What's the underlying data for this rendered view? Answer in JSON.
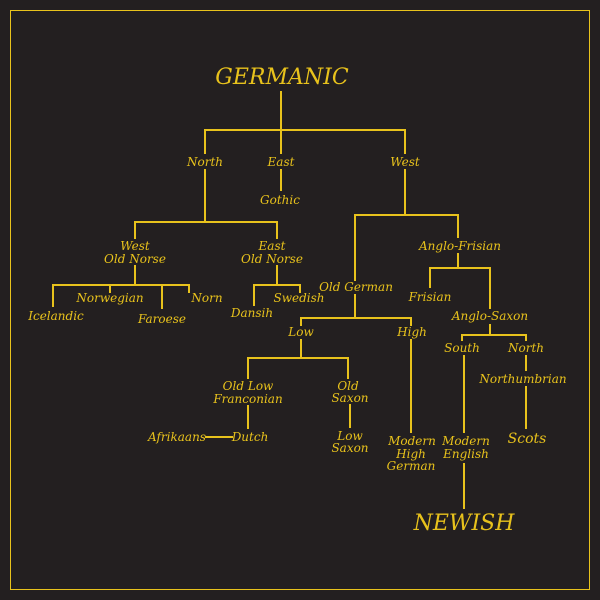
{
  "diagram": {
    "root": "GERMANIC",
    "result": "NEWISH",
    "nodes": {
      "north": "North",
      "east": "East",
      "west": "West",
      "gothic": "Gothic",
      "west_old_norse_1": "West",
      "west_old_norse_2": "Old Norse",
      "east_old_norse_1": "East",
      "east_old_norse_2": "Old Norse",
      "icelandic": "Icelandic",
      "norwegian": "Norwegian",
      "faroese": "Faroese",
      "norn": "Norn",
      "dansih": "Dansih",
      "swedish": "Swedish",
      "old_german": "Old German",
      "anglo_frisian": "Anglo-Frisian",
      "frisian": "Frisian",
      "anglo_saxon": "Anglo-Saxon",
      "low": "Low",
      "high": "High",
      "south": "South",
      "north_as": "North",
      "northumbrian": "Northumbrian",
      "old_low_franconian_1": "Old Low",
      "old_low_franconian_2": "Franconian",
      "old_saxon_1": "Old",
      "old_saxon_2": "Saxon",
      "afrikaans": "Afrikaans",
      "dutch": "Dutch",
      "low_saxon_1": "Low",
      "low_saxon_2": "Saxon",
      "mhg_1": "Modern",
      "mhg_2": "High",
      "mhg_3": "German",
      "modern_english_1": "Modern",
      "modern_english_2": "English",
      "scots": "Scots"
    }
  },
  "colors": {
    "background": "#231f20",
    "ink": "#e8c21c"
  }
}
